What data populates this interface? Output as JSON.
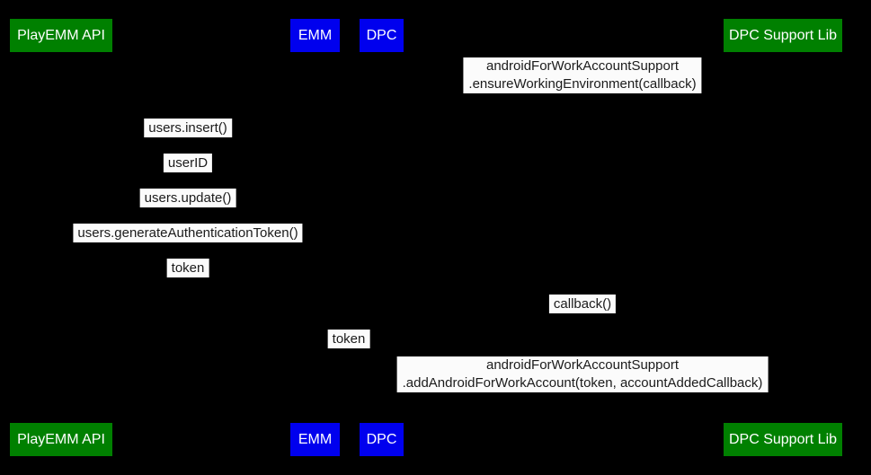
{
  "diagram": {
    "type": "sequence-diagram",
    "colors": {
      "background": "#000000",
      "actor_green": "#008000",
      "actor_blue": "#0000ee",
      "actor_text": "#ffffff",
      "label_background": "#fbfbfb",
      "label_text": "#1b1b1b"
    },
    "actors": [
      {
        "label": "PlayEMM API",
        "color": "#008000"
      },
      {
        "label": "EMM",
        "color": "#0000ee"
      },
      {
        "label": "DPC",
        "color": "#0000ee"
      },
      {
        "label": "DPC Support Lib",
        "color": "#008000"
      }
    ],
    "messages": [
      {
        "lines": [
          "androidForWorkAccountSupport",
          ".ensureWorkingEnvironment(callback)"
        ]
      },
      {
        "text": "users.insert()"
      },
      {
        "text": "userID"
      },
      {
        "text": "users.update()"
      },
      {
        "text": "users.generateAuthenticationToken()"
      },
      {
        "text": "token"
      },
      {
        "text": "callback()"
      },
      {
        "text": "token"
      },
      {
        "lines": [
          "androidForWorkAccountSupport",
          ".addAndroidForWorkAccount(token, accountAddedCallback)"
        ]
      }
    ]
  }
}
